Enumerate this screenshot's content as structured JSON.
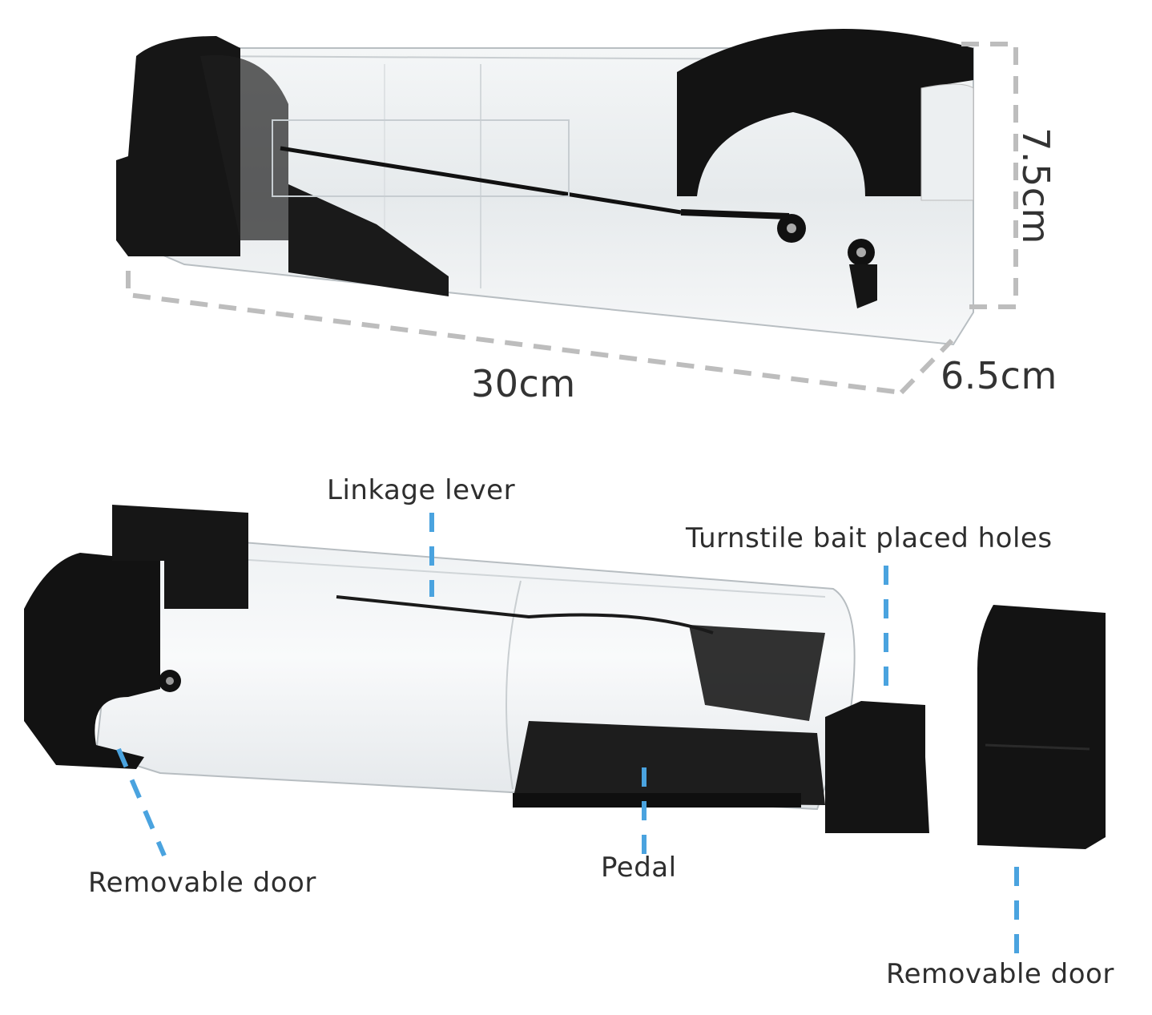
{
  "dimensions": {
    "length": "30cm",
    "width": "6.5cm",
    "height": "7.5cm"
  },
  "callouts": {
    "linkage_lever": "Linkage lever",
    "turnstile_holes": "Turnstile bait placed holes",
    "removable_door_left": "Removable door",
    "pedal": "Pedal",
    "removable_door_right": "Removable door"
  },
  "colors": {
    "dimension_line": "#bdbdbd",
    "callout_line": "#4aa3df",
    "plastic_black": "#151515",
    "clear_body": "#eef2f4"
  }
}
